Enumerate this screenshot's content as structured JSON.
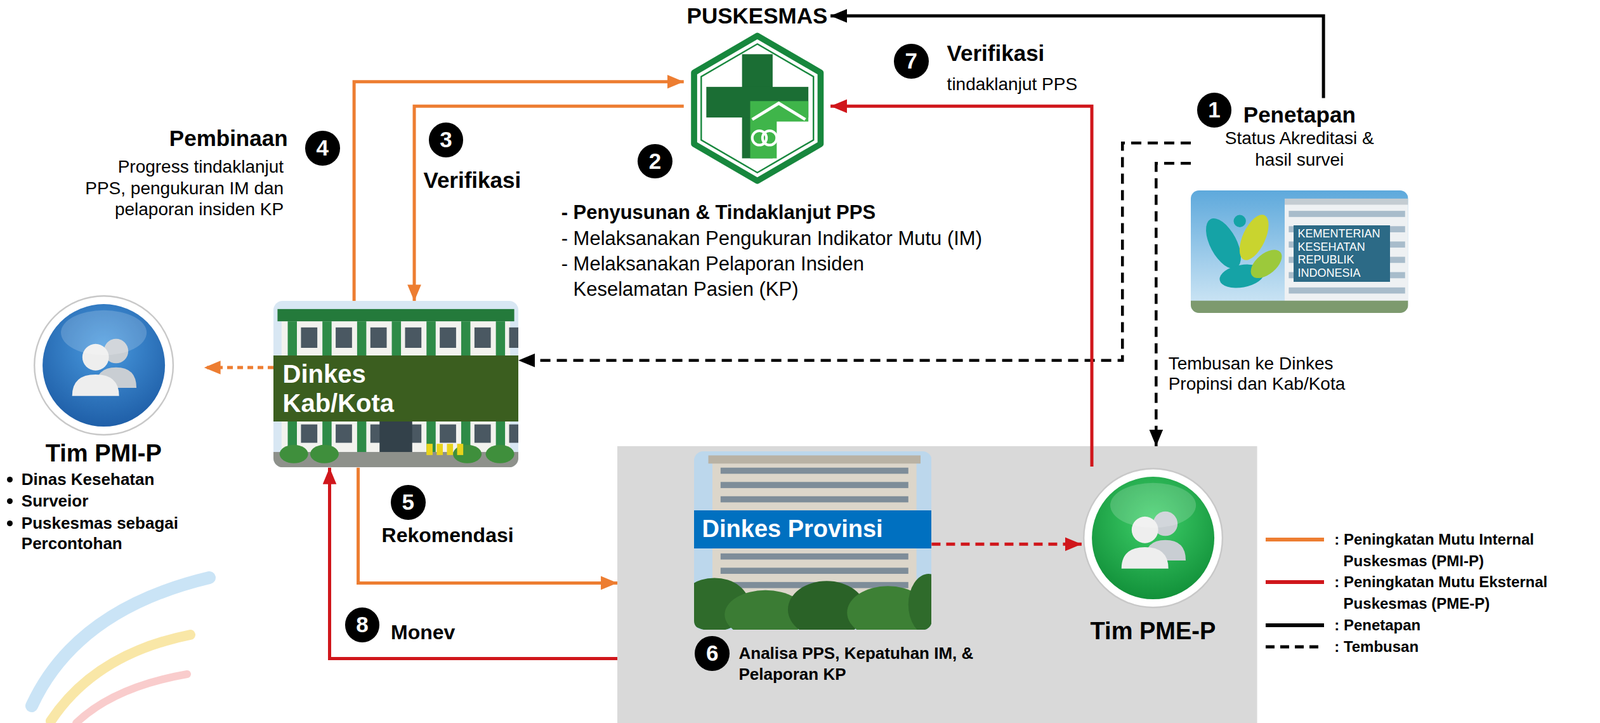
{
  "diagram": {
    "nodes": [
      {
        "text": [
          "PUSKESMAS"
        ]
      },
      {
        "text": [
          "Penetapan",
          "Status Akreditasi & hasil survei",
          "KEMENTERIAN KESEHATAN REPUBLIK INDONESIA"
        ]
      },
      {
        "text": [
          "Tim PMI-P",
          "Dinas Kesehatan",
          "Surveior",
          "Puskesmas sebagai Percontohan"
        ]
      },
      {
        "text": [
          "Dinkes Kab/Kota"
        ]
      },
      {
        "text": [
          "Analisa PPS, Kepatuhan IM, & Pelaporan KP"
        ]
      },
      {
        "text": [
          "Dinkes Provinsi"
        ],
        "in": 4
      },
      {
        "text": [
          "Tim PME-P"
        ],
        "in": 4
      }
    ],
    "edges": [
      {
        "from": 1,
        "to": 0,
        "arrow": "to"
      },
      {
        "from": 1,
        "to": 3,
        "arrow": "to"
      },
      {
        "from": 1,
        "to": 4,
        "label": "Tembusan ke Dinkes Propinsi dan Kab/Kota",
        "arrow": "to"
      },
      {
        "from": 0,
        "to": 3,
        "label": "Verifikasi",
        "arrow": "to"
      },
      {
        "from": 3,
        "to": 0,
        "label": "Pembinaan",
        "arrow": "to"
      },
      {
        "from": 3,
        "to": 2,
        "arrow": "to"
      },
      {
        "from": 3,
        "to": 4,
        "label": "Rekomendasi",
        "arrow": "to"
      },
      {
        "from": 5,
        "to": 6,
        "arrow": "to"
      },
      {
        "from": 6,
        "to": 0,
        "label": "Verifikasi",
        "arrow": "to"
      },
      {
        "from": 4,
        "to": 3,
        "label": "Monev",
        "arrow": "to"
      }
    ],
    "labels": [
      "1",
      "2",
      "3",
      "4",
      "5",
      "6",
      "7",
      "8",
      "tindaklanjut PPS",
      "Progress tindaklanjut PPS, pengukuran IM dan pelaporan insiden KP",
      "- Penyusunan & Tindaklanjut PPS",
      "- Melaksanakan Pengukuran Indikator Mutu (IM)",
      "- Melaksanakan Pelaporan Insiden Keselamatan Pasien (KP)"
    ],
    "legend": [
      {
        "text": ": Peningkatan Mutu Internal Puskesmas (PMI-P)"
      },
      {
        "text": ": Peningkatan Mutu Eksternal Puskesmas (PME-P)"
      },
      {
        "text": ": Penetapan"
      },
      {
        "text": ": Tembusan"
      }
    ]
  }
}
